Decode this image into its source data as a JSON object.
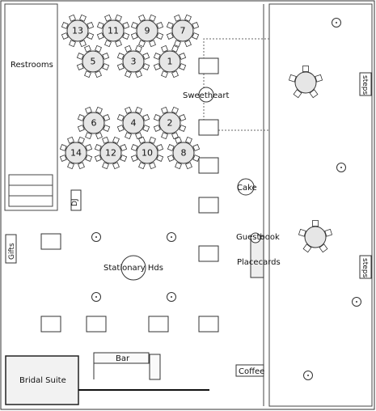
{
  "labels": {
    "restrooms": "Restrooms",
    "sweetheart": "Sweetheart",
    "cake": "Cake",
    "guestbook": "Guestbook",
    "placecards": "Placecards",
    "stationary": "Stationary Hds",
    "bar": "Bar",
    "bridal_suite": "Bridal Suite",
    "coffee": "Coffee",
    "dj": "DJ",
    "gifts": "Gifts",
    "steps": "steps"
  },
  "tables": [
    {
      "number": "13"
    },
    {
      "number": "11"
    },
    {
      "number": "9"
    },
    {
      "number": "7"
    },
    {
      "number": "5"
    },
    {
      "number": "3"
    },
    {
      "number": "1"
    },
    {
      "number": "6"
    },
    {
      "number": "4"
    },
    {
      "number": "2"
    },
    {
      "number": "14"
    },
    {
      "number": "12"
    },
    {
      "number": "10"
    },
    {
      "number": "8"
    }
  ]
}
